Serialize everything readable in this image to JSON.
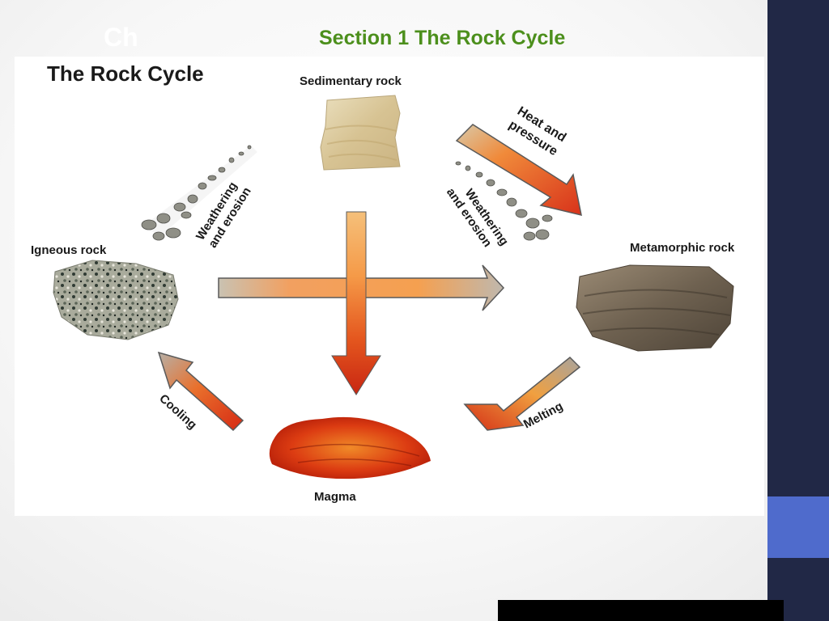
{
  "header": {
    "chapter_tag": "Ch",
    "section_title": "Section 1  The Rock Cycle"
  },
  "diagram": {
    "title": "The Rock Cycle",
    "nodes": {
      "sedimentary": "Sedimentary rock",
      "metamorphic": "Metamorphic rock",
      "igneous": "Igneous rock",
      "magma": "Magma"
    },
    "processes": {
      "heat_line1": "Heat and",
      "heat_line2": "pressure",
      "weathering_left_line1": "Weathering",
      "weathering_left_line2": "and erosion",
      "weathering_right_line1": "Weathering",
      "weathering_right_line2": "and erosion",
      "cooling": "Cooling",
      "melting": "Melting"
    }
  },
  "colors": {
    "sidebar": "#212846",
    "sidebar_accent": "#4f6bcc",
    "section_title": "#4c8f1c",
    "arrow_hot": "#e0401a",
    "arrow_warm": "#f5a050"
  }
}
